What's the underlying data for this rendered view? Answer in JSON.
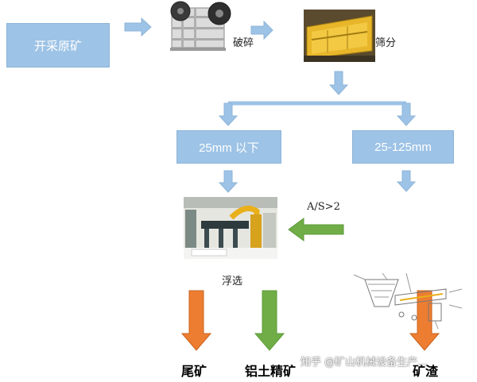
{
  "nodes": {
    "mining": "开采原矿",
    "crush": "破碎",
    "screen": "筛分",
    "small": "25mm 以下",
    "large": "25-125mm",
    "flotation": "浮选",
    "ratio": "A/S>2"
  },
  "outputs": {
    "tailings": "尾矿",
    "concentrate": "铝土精矿",
    "slag": "矿渣"
  },
  "watermark": "知乎 @矿山机械设备生产...",
  "colors": {
    "box_fill": "#9dc3e6",
    "arrow_blue": "#9dc3e6",
    "arrow_green": "#70ad47",
    "arrow_orange": "#ed7d31"
  }
}
